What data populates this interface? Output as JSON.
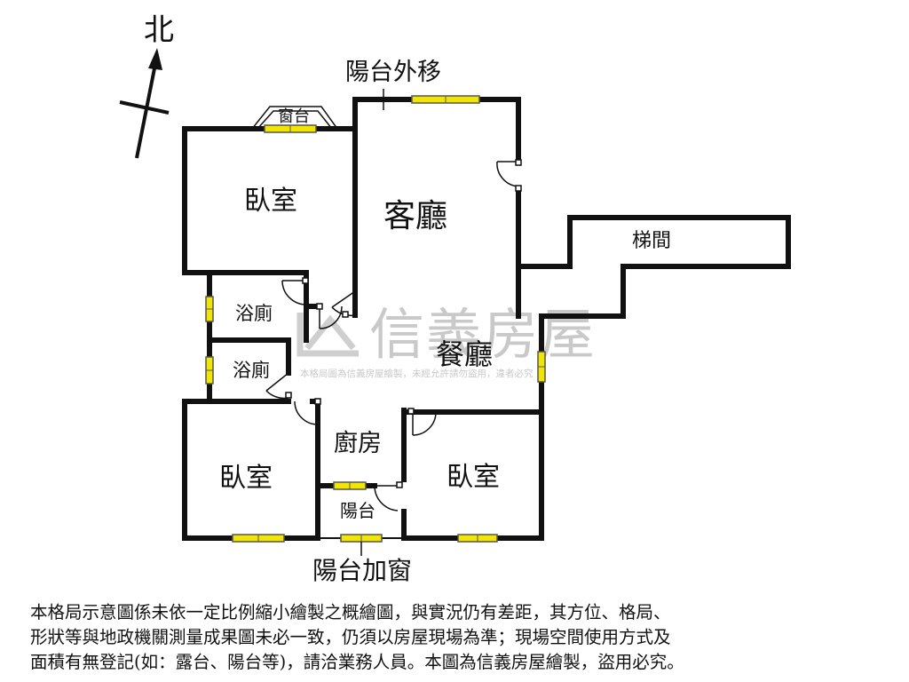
{
  "compass": {
    "north_label": "北",
    "icon": "north-arrow-icon"
  },
  "rooms": {
    "bedroom_top": "臥室",
    "living_room": "客廳",
    "stairwell": "梯間",
    "bathroom_1": "浴廁",
    "bathroom_2": "浴廁",
    "dining_room": "餐廳",
    "kitchen": "廚房",
    "bedroom_bottom_left": "臥室",
    "bedroom_bottom_right": "臥室",
    "balcony": "陽台"
  },
  "annotations": {
    "bay_window": "窗台",
    "balcony_moved_out": "陽台外移",
    "balcony_window_added": "陽台加窗"
  },
  "watermark": {
    "brand": "信義房屋",
    "notice": "本格局圖為信義房屋繪製，未經允許請勿盜用，違者必究",
    "icon": "sinyi-logo-icon"
  },
  "disclaimer": {
    "line1": "本格局示意圖係未依一定比例縮小繪製之概繪圖，與實況仍有差距，其方位、格局、",
    "line2": "形狀等與地政機關測量成果圖未必一致，仍須以房屋現場為準；現場空間使用方式及",
    "line3": "面積有無登記(如：露台、陽台等)，請洽業務人員。本圖為信義房屋繪製，盜用必究。"
  },
  "colors": {
    "wall": "#111111",
    "window_fill": "#f2e600",
    "window_stroke": "#555555",
    "watermark": "#c9c9c9"
  }
}
